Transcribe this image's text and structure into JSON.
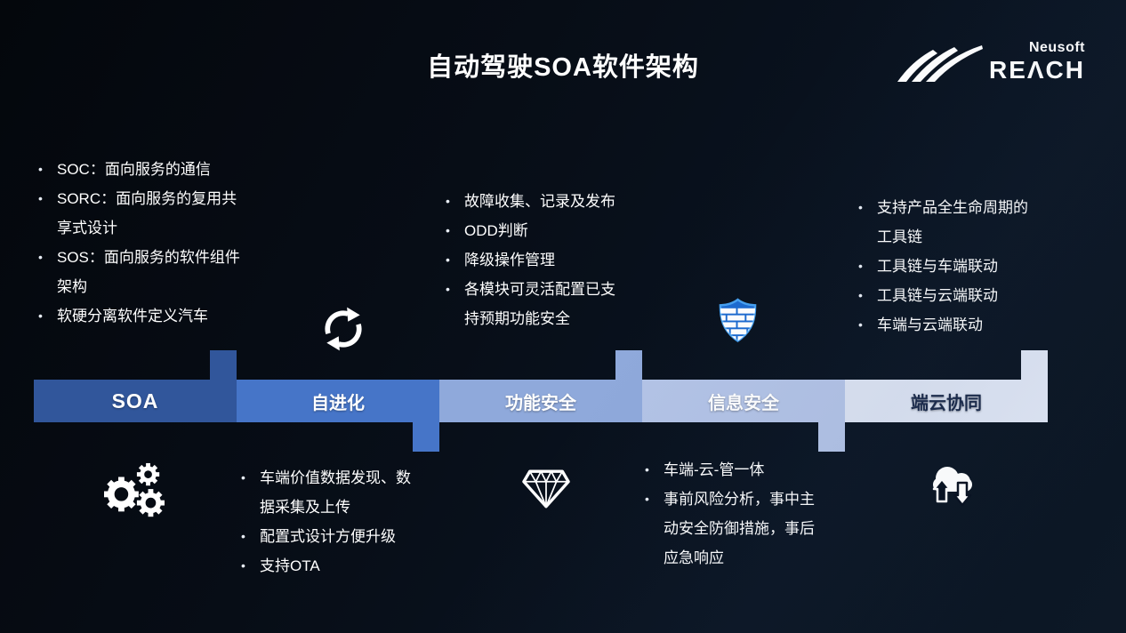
{
  "title": "自动驾驶SOA软件架构",
  "logo": {
    "company": "Neusoft",
    "brand": "REΛCH"
  },
  "colors": {
    "background_start": "#04070c",
    "background_end": "#0d1826",
    "text": "#ffffff",
    "icon": "#ffffff",
    "shield_fill": "#1b6ad0",
    "shield_edge": "#46a0f0"
  },
  "pillars": [
    {
      "label": "SOA",
      "color": "#31569b",
      "text_color": "#ffffff",
      "icon": "gears-icon",
      "bullets": [
        "SOC：面向服务的通信",
        "SORC：面向服务的复用共享式设计",
        "SOS：面向服务的软件组件架构",
        "软硬分离软件定义汽车"
      ]
    },
    {
      "label": "自进化",
      "color": "#4675c8",
      "text_color": "#ffffff",
      "icon": "refresh-icon",
      "bullets": [
        "车端价值数据发现、数据采集及上传",
        "配置式设计方便升级",
        "支持OTA"
      ]
    },
    {
      "label": "功能安全",
      "color": "#8fa9db",
      "text_color": "#ffffff",
      "icon": "diamond-icon",
      "bullets": [
        "故障收集、记录及发布",
        "ODD判断",
        "降级操作管理",
        "各模块可灵活配置已支持预期功能安全"
      ]
    },
    {
      "label": "信息安全",
      "color": "#b3c3e6",
      "text_color": "#ffffff",
      "icon": "shield-icon",
      "bullets": [
        "车端-云-管一体",
        "事前风险分析，事中主动安全防御措施，事后应急响应"
      ]
    },
    {
      "label": "端云协同",
      "color": "#dce3f2",
      "text_color": "#1b2a4a",
      "icon": "cloud-sync-icon",
      "bullets": [
        "支持产品全生命周期的工具链",
        "工具链与车端联动",
        "工具链与云端联动",
        "车端与云端联动"
      ]
    }
  ]
}
